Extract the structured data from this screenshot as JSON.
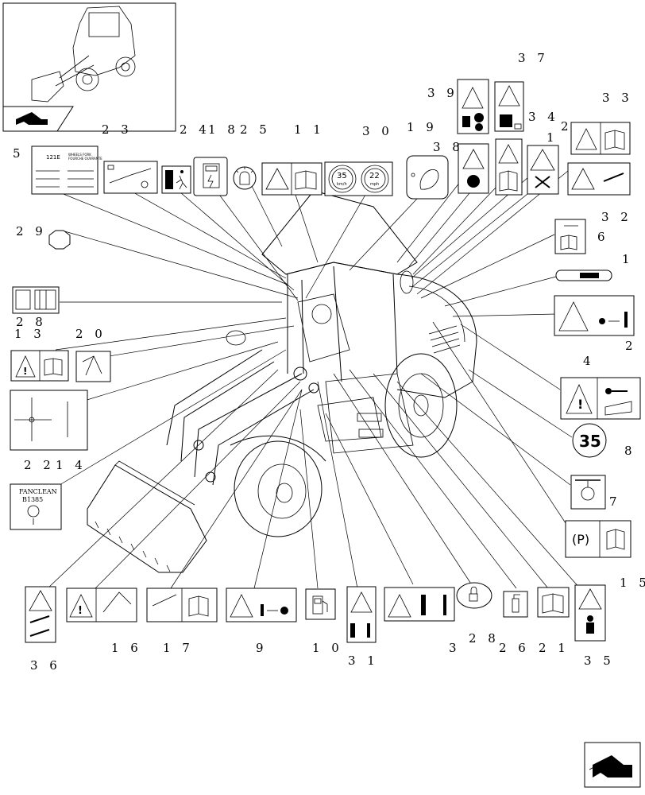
{
  "callouts": {
    "n1": "1",
    "n1b": "1",
    "n2": "2",
    "n2b": "2",
    "n3": "3",
    "n4": "4",
    "n5": "5",
    "n6": "6",
    "n7": "7",
    "n8": "8",
    "n9": "9",
    "n10": "1 0",
    "n11": "1 1",
    "n13": "1 3",
    "n14": "1 4",
    "n15": "1 5",
    "n16": "1 6",
    "n17": "1 7",
    "n18": "1 8",
    "n19": "1 9",
    "n20": "2 0",
    "n21": "2 1",
    "n22": "2 2",
    "n23": "2 3",
    "n24": "2 4",
    "n25": "2 5",
    "n26": "2 6",
    "n28": "2 8",
    "n28b": "2 8",
    "n29": "2 9",
    "n30": "3 0",
    "n31": "3 1",
    "n32": "3 2",
    "n33": "3 3",
    "n34": "3 4",
    "n35": "3 5",
    "n36": "3 6",
    "n37": "3 7",
    "n38": "3 8",
    "n39": "3 9"
  },
  "decal_text": {
    "speed_35": "35",
    "speed_kmh": "km/h",
    "speed_22": "22",
    "speed_mph": "mph",
    "big_35": "35",
    "parking": "(P)",
    "fanclean_title": "FANCLEAN",
    "fanclean_code": "B1385",
    "chart_code": "121E",
    "chart_heading_1": "WHEELS FORK",
    "chart_heading_2": "FOURCHE OUVRANTE"
  },
  "icons": [
    "warning-triangle-icon",
    "book-icon",
    "exit-icon",
    "fuse-icon",
    "beacon-icon",
    "fuel-pump-icon",
    "parking-icon",
    "key-icon",
    "nav-arrow-icon"
  ]
}
